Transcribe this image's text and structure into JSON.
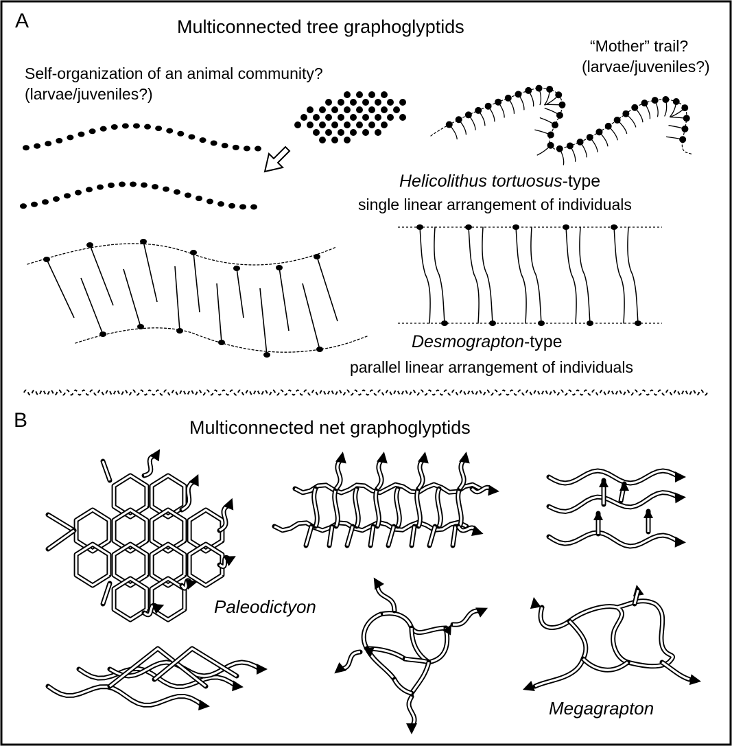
{
  "panel_a": {
    "letter": "A",
    "title": "Multiconnected tree graphoglyptids",
    "self_org": {
      "line1": "Self-organization of an animal community?",
      "line2": "(larvae/juveniles?)"
    },
    "mother": {
      "line1": "“Mother” trail?",
      "line2": "(larvae/juveniles?)"
    },
    "helicolithus": {
      "name": "Helicolithus tortuosus",
      "suffix": "-type",
      "desc": "single linear arrangement of individuals"
    },
    "desmograpton": {
      "name": "Desmograpton",
      "suffix": "-type",
      "desc": "parallel linear arrangement of individuals"
    }
  },
  "panel_b": {
    "letter": "B",
    "title": "Multiconnected net graphoglyptids",
    "paleodictyon": "Paleodictyon",
    "megagrapton": "Megagrapton"
  },
  "colors": {
    "ink": "#000000",
    "background": "#ffffff"
  }
}
